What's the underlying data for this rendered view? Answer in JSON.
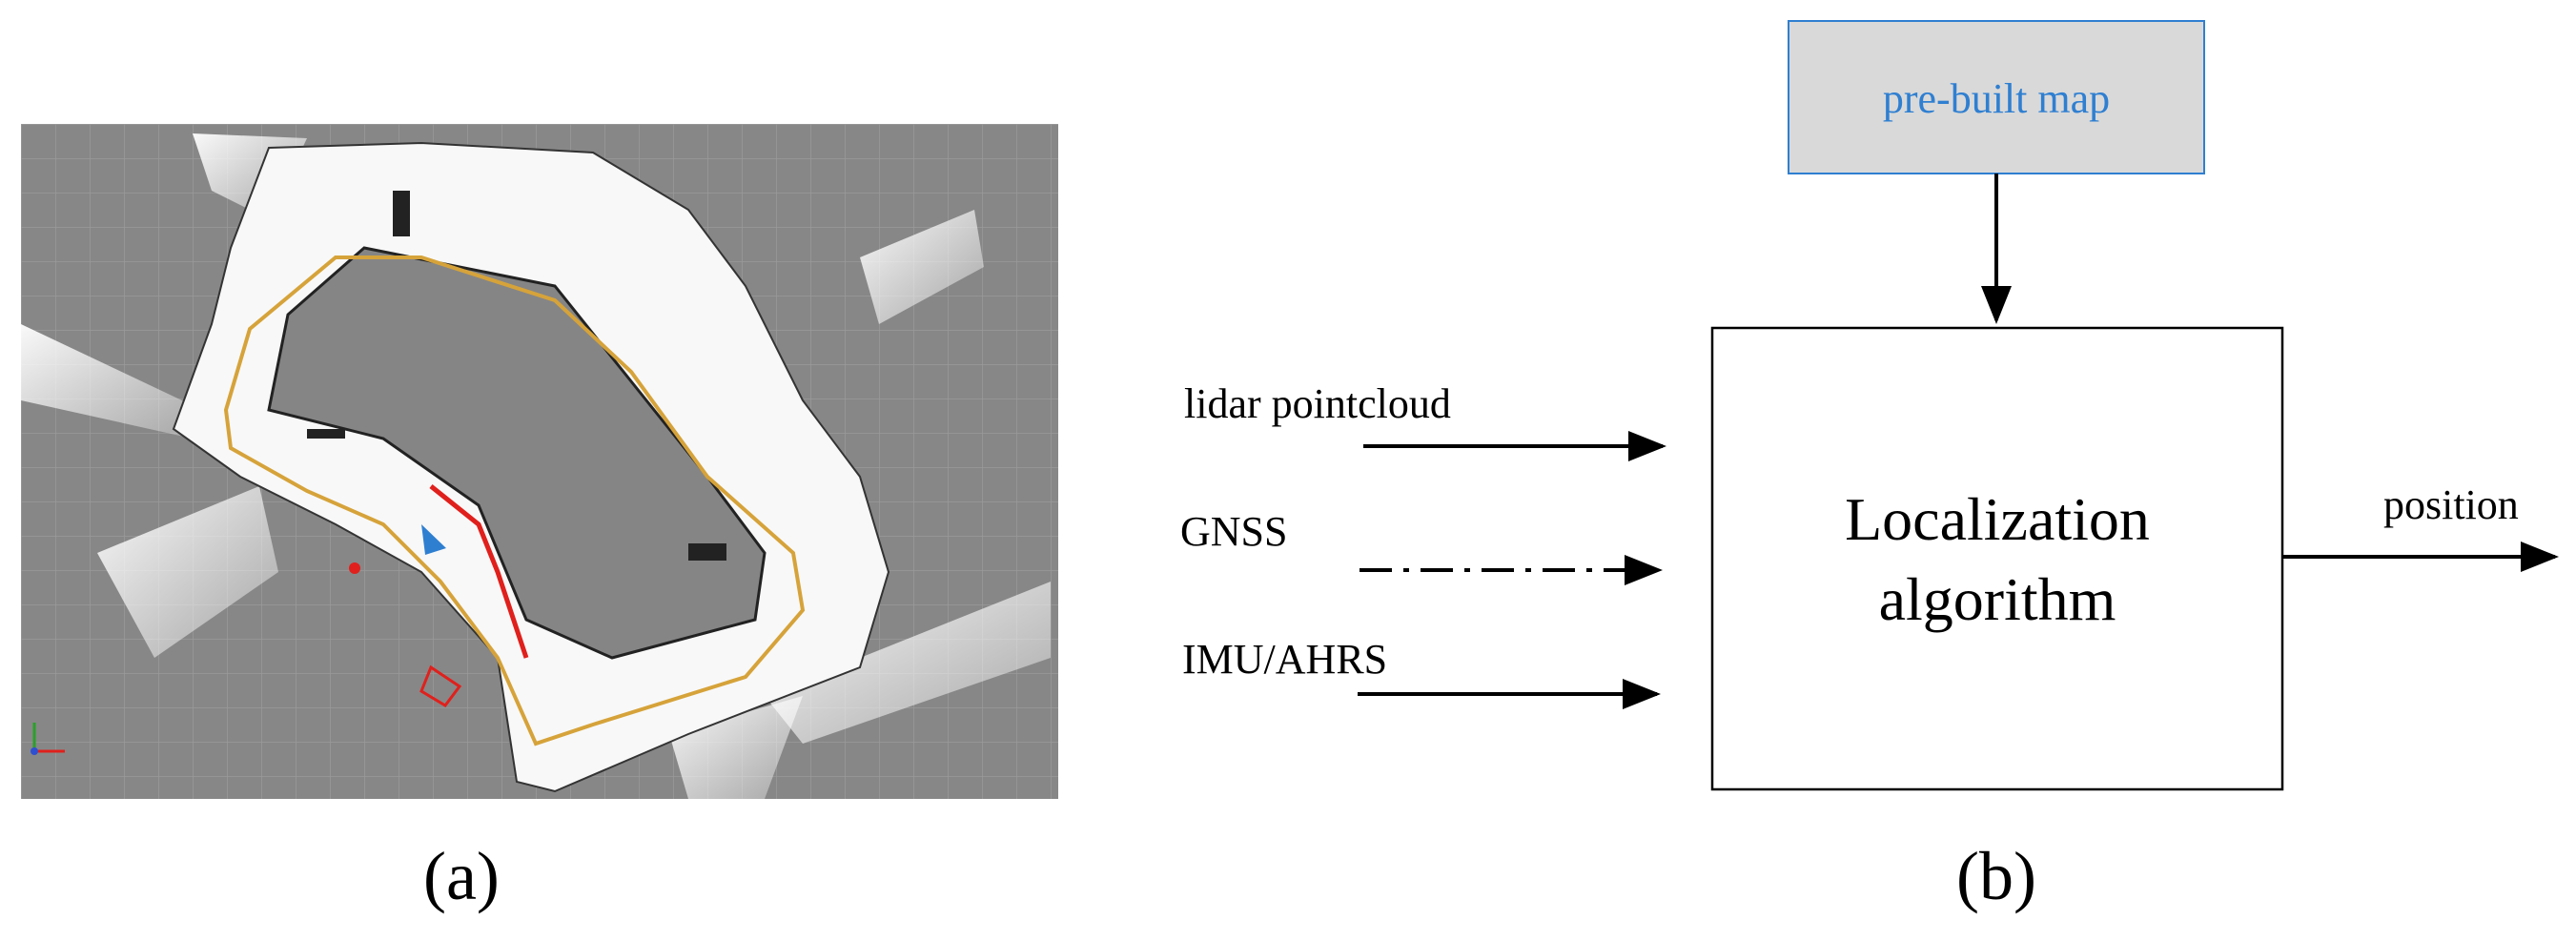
{
  "panel_a": {
    "caption": "(a)",
    "image": "lidar-point-cloud-map"
  },
  "panel_b": {
    "caption": "(b)",
    "map_box": "pre-built map",
    "algorithm_box": {
      "line1": "Localization",
      "line2": "algorithm"
    },
    "inputs": [
      {
        "label": "lidar pointcloud",
        "line": "solid"
      },
      {
        "label": "GNSS",
        "line": "dash-dot"
      },
      {
        "label": "IMU/AHRS",
        "line": "solid"
      }
    ],
    "output": "position",
    "colors": {
      "map_box_fill": "#d9d9d9",
      "map_box_border": "#2f7fd1",
      "map_box_text": "#2f7fd1"
    }
  }
}
